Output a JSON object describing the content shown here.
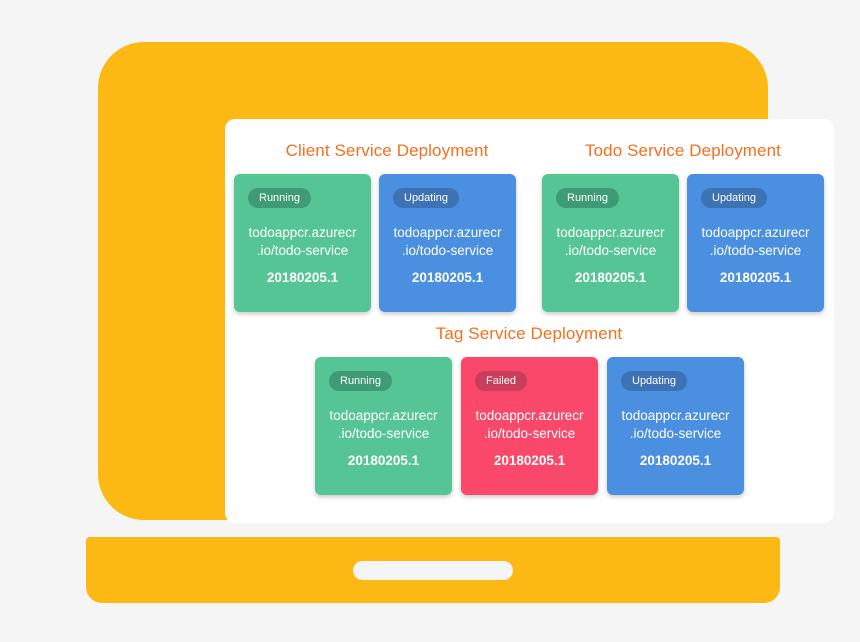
{
  "theme": {
    "background": "#f5f5f5",
    "laptop_color": "#FDB913",
    "screen_color": "#ffffff",
    "title_color": "#F4701E",
    "green": "#56C596",
    "blue": "#4A8FE0",
    "red": "#F9486A",
    "badge_green": "#3E9B76",
    "badge_blue": "#3D72B5",
    "badge_red": "#C93E5B"
  },
  "device": {
    "name": "laptop-illustration",
    "notch_label": "trackpad"
  },
  "groups": [
    {
      "id": "client-service-deployment",
      "title": "Client Service Deployment",
      "cards": [
        {
          "status": "Running",
          "color": "green",
          "url": "todoappcr.azurecr\n.io/todo-service",
          "url_line1": "todoappcr.azurecr",
          "url_line2": ".io/todo-service",
          "version": "20180205.1"
        },
        {
          "status": "Updating",
          "color": "blue",
          "url": "todoappcr.azurecr\n.io/todo-service",
          "url_line1": "todoappcr.azurecr",
          "url_line2": ".io/todo-service",
          "version": "20180205.1"
        }
      ]
    },
    {
      "id": "todo-service-deployment",
      "title": "Todo Service Deployment",
      "cards": [
        {
          "status": "Running",
          "color": "green",
          "url": "todoappcr.azurecr\n.io/todo-service",
          "url_line1": "todoappcr.azurecr",
          "url_line2": ".io/todo-service",
          "version": "20180205.1"
        },
        {
          "status": "Updating",
          "color": "blue",
          "url": "todoappcr.azurecr\n.io/todo-service",
          "url_line1": "todoappcr.azurecr",
          "url_line2": ".io/todo-service",
          "version": "20180205.1"
        }
      ]
    },
    {
      "id": "tag-service-deployment",
      "title": "Tag Service Deployment",
      "cards": [
        {
          "status": "Running",
          "color": "green",
          "url": "todoappcr.azurecr\n.io/todo-service",
          "url_line1": "todoappcr.azurecr",
          "url_line2": ".io/todo-service",
          "version": "20180205.1"
        },
        {
          "status": "Failed",
          "color": "red",
          "url": "todoappcr.azurecr\n.io/todo-service",
          "url_line1": "todoappcr.azurecr",
          "url_line2": ".io/todo-service",
          "version": "20180205.1"
        },
        {
          "status": "Updating",
          "color": "blue",
          "url": "todoappcr.azurecr\n.io/todo-service",
          "url_line1": "todoappcr.azurecr",
          "url_line2": ".io/todo-service",
          "version": "20180205.1"
        }
      ]
    }
  ]
}
